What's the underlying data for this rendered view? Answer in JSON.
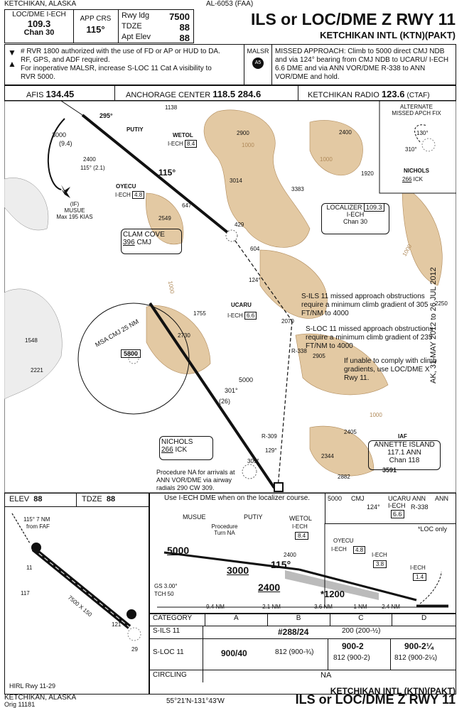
{
  "header": {
    "city": "KETCHIKAN, ALASKA",
    "doc_id": "AL-6053 (FAA)",
    "loc_dme_label": "LOC/DME I-ECH",
    "loc_freq": "109.3",
    "chan": "Chan 30",
    "app_crs_label": "APP CRS",
    "app_crs": "115°",
    "rwy_ldg_label": "Rwy ldg",
    "rwy_ldg": "7500",
    "tdze_label": "TDZE",
    "tdze": "88",
    "apt_elev_label": "Apt Elev",
    "apt_elev": "88",
    "procedure_title": "ILS or LOC/DME Z RWY 11",
    "airport": "KETCHIKAN INTL (KTN)(PAKT)"
  },
  "notes": {
    "line1": "# RVR 1800 authorized with the use of FD or AP or HUD to DA.",
    "line2": "RF, GPS, and ADF required.",
    "line3": "For inoperative MALSR, increase S-LOC 11 Cat A visibility to",
    "line4": "RVR 5000.",
    "malsr": "MALSR",
    "missed_approach": "MISSED APPROACH: Climb to 5000 direct CMJ NDB and via 124° bearing from CMJ NDB to UCARU/ I-ECH 6.6 DME and via ANN VOR/DME R-338 to ANN VOR/DME and hold."
  },
  "comms": {
    "afis_label": "AFIS",
    "afis": "134.45",
    "center_label": "ANCHORAGE CENTER",
    "center": "118.5  284.6",
    "radio_label": "KETCHIKAN RADIO",
    "radio": "123.6",
    "ctaf": "(CTAF)"
  },
  "plan": {
    "fixes": {
      "putiy": "PUTIY",
      "wetol": "WETOL",
      "wetol_dme": "I-ECH",
      "wetol_dist": "8.4",
      "oyecu": "OYECU",
      "oyecu_dme": "I-ECH",
      "oyecu_dist": "4.8",
      "musue": "(IF)",
      "musue_name": "MUSUE",
      "musue_speed": "Max 195 KIAS",
      "ucaru": "UCARU",
      "ucaru_dme": "I-ECH",
      "ucaru_dist": "6.6"
    },
    "course_labels": {
      "c295": "295°",
      "c115": "115°",
      "c124": "124°",
      "r338": "R-338",
      "r309": "R-309",
      "c129": "129°",
      "c309": "309°",
      "alt3000": "3000",
      "dist94": "(9.4)",
      "alt2400": "2400",
      "seg2400": "115° (2.1)",
      "alt5000": "5000",
      "crs301": "301°",
      "dist26": "(26)"
    },
    "localizer_box": {
      "title": "LOCALIZER",
      "freq": "109.3",
      "ident": "I-ECH",
      "chan": "Chan 30"
    },
    "clam_cove": {
      "name": "CLAM COVE",
      "freq": "396",
      "ident": "CMJ"
    },
    "nichols": {
      "name": "NICHOLS",
      "freq": "266",
      "ident": "ICK"
    },
    "annette": {
      "label": "IAF",
      "name": "ANNETTE ISLAND",
      "freq": "117.1",
      "ident": "ANN",
      "chan": "Chan 118"
    },
    "alternate": {
      "title1": "ALTERNATE",
      "title2": "MISSED APCH FIX",
      "c130": "130°",
      "c310": "310°",
      "name": "NICHOLS",
      "freq": "266",
      "ident": "ICK"
    },
    "msa": {
      "label": "MSA CMJ 25 NM",
      "alt": "5800"
    },
    "obst_ils": "S-ILS 11 missed approach obstructions require a minimum climb gradient of 305 FT/NM to 4000",
    "obst_loc": "S-LOC 11 missed approach obstructions require a minimum climb gradient of 235 FT/NM to 4000",
    "unable": "If unable to comply with climb gradients, use LOC/DME X Rwy 11.",
    "procedure_na": "Procedure NA for arrivals at ANN VOR/DME via airway radials 290 CW 309.",
    "elevations": [
      "1138",
      "2900",
      "2400",
      "1920",
      "3014",
      "3383",
      "2549",
      "647",
      "429",
      "604",
      "1755",
      "2070",
      "2250",
      "2730",
      "1548",
      "2221",
      "2905",
      "2405",
      "2344",
      "2882",
      "3591"
    ],
    "contours": [
      "1000",
      "1000",
      "1000",
      "1000",
      "1000"
    ],
    "effective": "AK, 31 MAY 2012 to 26 JUL 2012"
  },
  "airport_diagram": {
    "elev_label": "ELEV",
    "elev": "88",
    "tdze_label": "TDZE",
    "tdze": "88",
    "bearing": "115° 7 NM",
    "from_faf": "from FAF",
    "hdg117": "117",
    "elev121": "121",
    "runway": "7500 X 150",
    "rwy11": "11",
    "rwy29": "29",
    "lighting": "HIRL Rwy 11-29"
  },
  "profile": {
    "note": "Use I-ECH DME when on the localizer course.",
    "musue": "MUSUE",
    "putiy": "PUTIY",
    "wetol": "WETOL",
    "wetol_dme": "I-ECH",
    "wetol_dist": "8.4",
    "oyecu": "OYECU",
    "oyecu_dme": "I-ECH",
    "oyecu_dist": "4.8",
    "ieach38_dme": "I-ECH",
    "ieach38": "3.8",
    "ieach14_dme": "I-ECH",
    "ieach14": "1.4",
    "proc_turn": "Procedure Turn NA",
    "alt5000": "5000",
    "alt3000": "3000",
    "alt2400": "2400",
    "alt2400b": "2400",
    "alt1200": "*1200",
    "crs115": "115°",
    "gs": "GS 3.00°",
    "tch": "TCH 50",
    "distances": [
      "9.4 NM",
      "2.1 NM",
      "3.6 NM",
      "1 NM",
      "2.4 NM"
    ],
    "legend": {
      "alt": "5000",
      "cmj": "CMJ",
      "cmj_crs": "124°",
      "ucaru": "UCARU",
      "ucaru_dme": "I-ECH",
      "ucaru_dist": "6.6",
      "ann": "ANN",
      "ann_r": "R-338",
      "ann2": "ANN",
      "loc_only": "*LOC only"
    }
  },
  "minimums": {
    "headers": [
      "CATEGORY",
      "A",
      "B",
      "C",
      "D"
    ],
    "rows": [
      {
        "label": "S-ILS  11",
        "value": "#288/24",
        "extra": "200 (200-½)"
      },
      {
        "label": "S-LOC  11",
        "ab": "900/40",
        "ab_extra": "812 (900-¾)",
        "c": "900-2",
        "c_extra": "812 (900-2)",
        "d": "900-2¼",
        "d_extra": "812 (900-2¼)"
      },
      {
        "label": "CIRCLING",
        "value": "NA"
      }
    ]
  },
  "footer": {
    "city": "KETCHIKAN, ALASKA",
    "orig": "Orig  11181",
    "coords": "55°21'N-131°43'W",
    "airport": "KETCHIKAN INTL (KTN)(PAKT)",
    "title": "ILS or LOC/DME Z RWY 11"
  }
}
